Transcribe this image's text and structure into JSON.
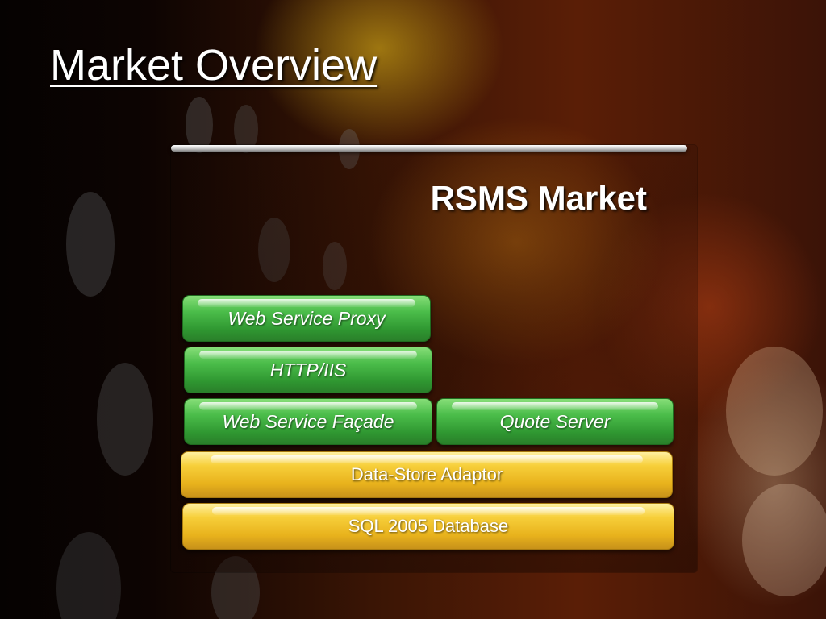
{
  "slide": {
    "title": "Market Overview"
  },
  "diagram": {
    "title": "RSMS Market",
    "blocks": [
      {
        "id": "web-service-proxy",
        "label": "Web Service Proxy",
        "color": "#4bbd4a"
      },
      {
        "id": "http-iis",
        "label": "HTTP/IIS",
        "color": "#4bbd4a"
      },
      {
        "id": "web-service-facade",
        "label": "Web Service Façade",
        "color": "#4bbd4a"
      },
      {
        "id": "quote-server",
        "label": "Quote Server",
        "color": "#4bbd4a"
      },
      {
        "id": "data-store-adaptor",
        "label": "Data-Store Adaptor",
        "color": "#f2c52c"
      },
      {
        "id": "sql-2005-database",
        "label": "SQL 2005 Database",
        "color": "#f2c52c"
      }
    ]
  }
}
